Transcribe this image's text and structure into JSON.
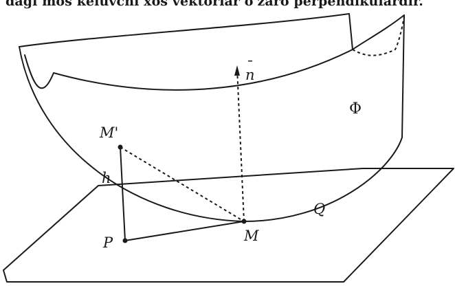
{
  "caption": "dagi mos keluvchi xos vektorlar o'zaro perpendikulardir.",
  "labels": {
    "n": "n",
    "phi": "Φ",
    "m_prime": "M'",
    "h": "h",
    "q": "Q",
    "p": "P",
    "m": "M"
  }
}
